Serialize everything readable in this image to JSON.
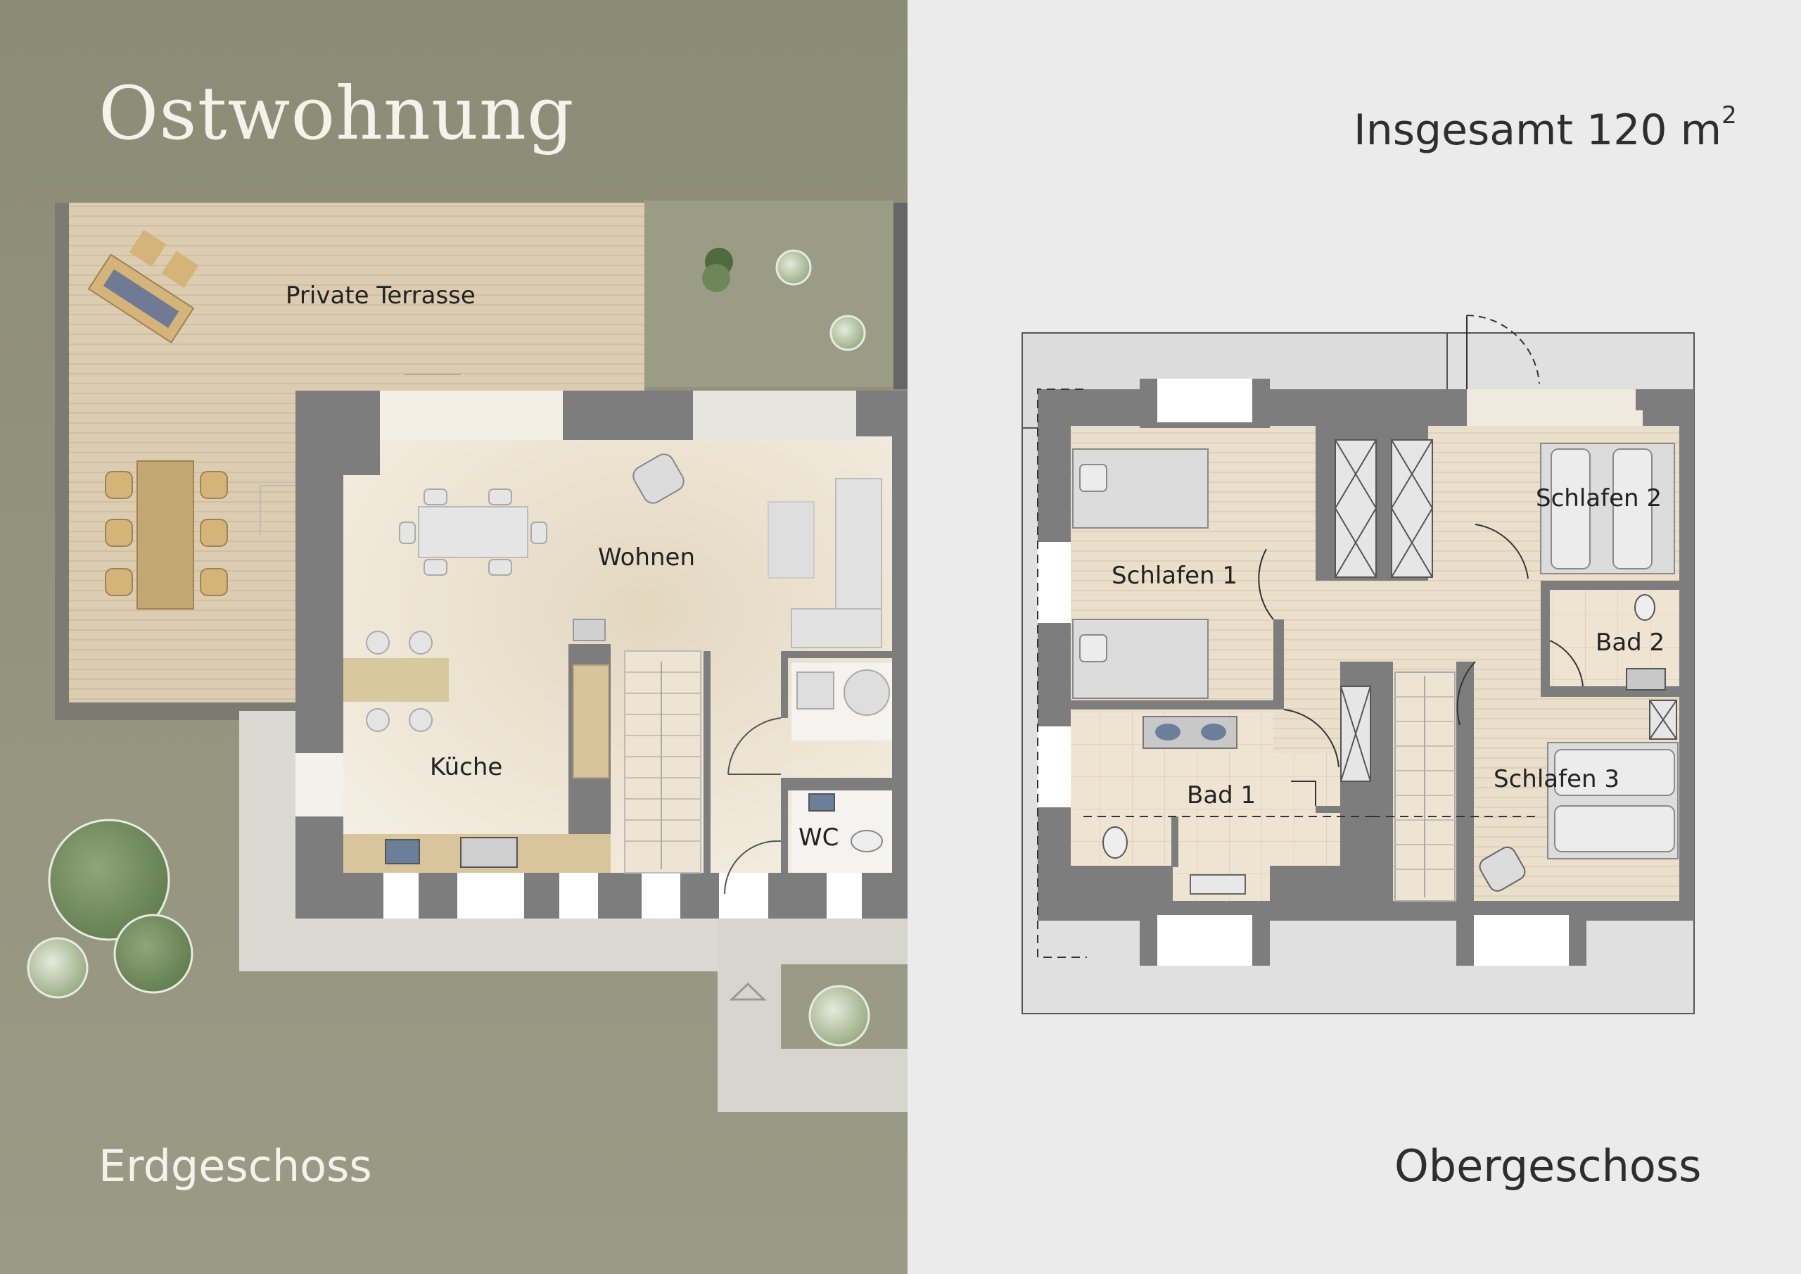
{
  "title": "Ostwohnung",
  "total_area": {
    "label": "Insgesamt 120 m",
    "superscript": "2"
  },
  "floors": {
    "ground": {
      "label": "Erdgeschoss"
    },
    "upper": {
      "label": "Obergeschoss"
    }
  },
  "rooms": {
    "terrasse": "Private Terrasse",
    "wohnen": "Wohnen",
    "kueche": "Küche",
    "wc": "WC",
    "schlafen1": "Schlafen 1",
    "schlafen2": "Schlafen 2",
    "schlafen3": "Schlafen 3",
    "bad1": "Bad 1",
    "bad2": "Bad 2"
  },
  "colors": {
    "left_background": "#8e8f79",
    "right_background": "#ebebeb",
    "wall": "#7d7d7d",
    "floor_wood": "#e9dcc5",
    "floor_interior": "#f2eadb",
    "tree": "#6f8a5a"
  }
}
